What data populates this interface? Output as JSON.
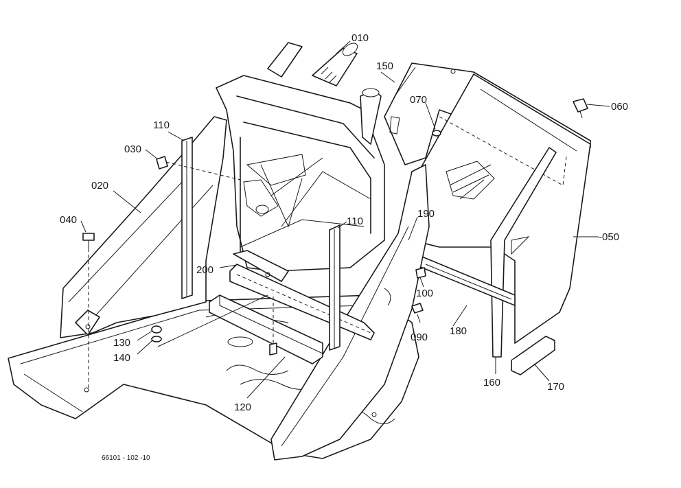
{
  "diagram": {
    "part_labels": [
      {
        "id": "010",
        "text": "010"
      },
      {
        "id": "020",
        "text": "020"
      },
      {
        "id": "030",
        "text": "030"
      },
      {
        "id": "040",
        "text": "040"
      },
      {
        "id": "050",
        "text": "-050"
      },
      {
        "id": "060",
        "text": "060"
      },
      {
        "id": "070",
        "text": "070"
      },
      {
        "id": "090",
        "text": "090"
      },
      {
        "id": "100",
        "text": "100"
      },
      {
        "id": "110a",
        "text": "110"
      },
      {
        "id": "110b",
        "text": "110"
      },
      {
        "id": "120",
        "text": "120"
      },
      {
        "id": "130",
        "text": "130"
      },
      {
        "id": "140",
        "text": "140"
      },
      {
        "id": "150",
        "text": "150"
      },
      {
        "id": "160",
        "text": "160"
      },
      {
        "id": "170",
        "text": "170"
      },
      {
        "id": "180",
        "text": "180"
      },
      {
        "id": "190",
        "text": "190"
      },
      {
        "id": "200",
        "text": "200"
      }
    ],
    "figure_ref": "66101 - 102 -10",
    "line_color": "#1a1a1a",
    "background": "#ffffff"
  }
}
